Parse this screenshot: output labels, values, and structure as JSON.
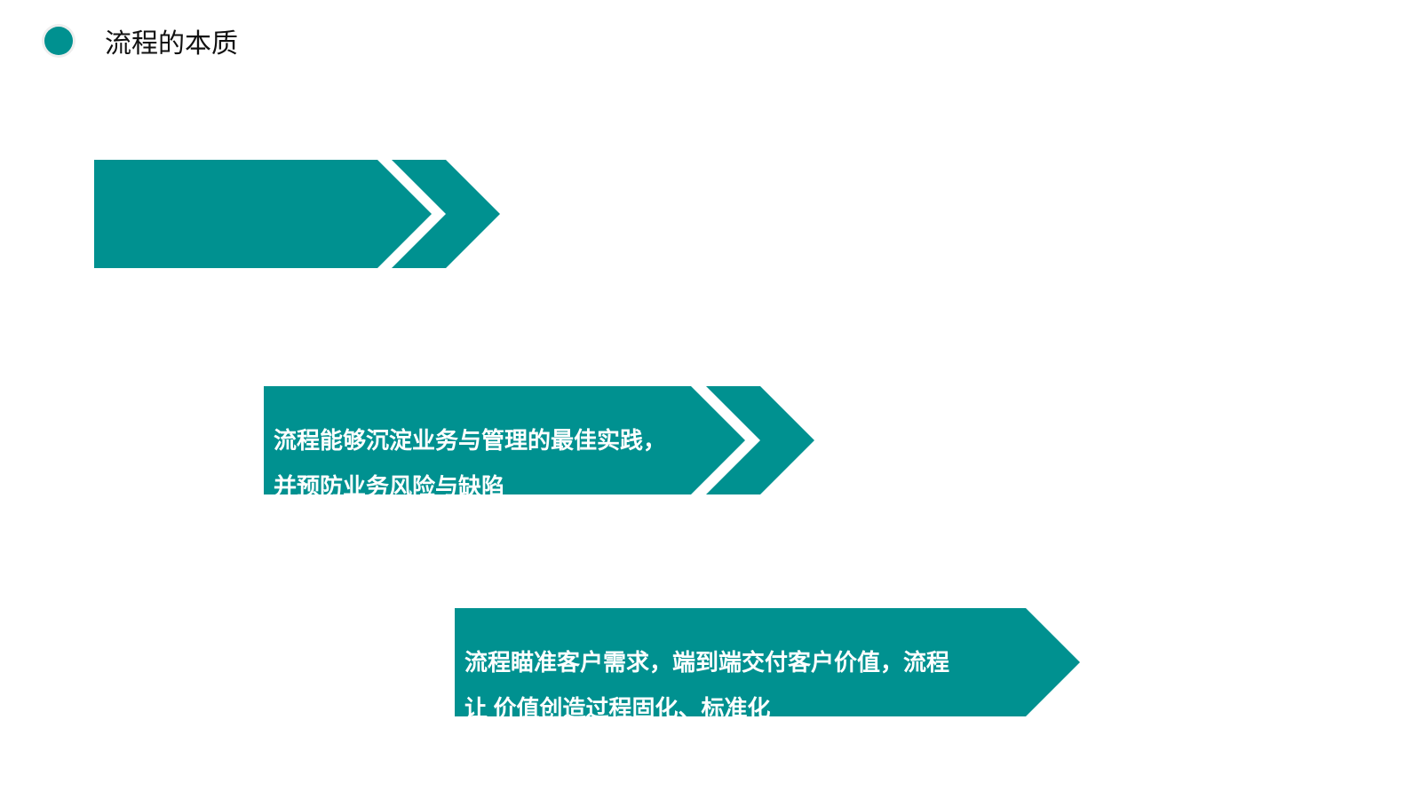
{
  "header": {
    "title": "流程的本质",
    "bullet_icon": "circle-dot-icon"
  },
  "colors": {
    "accent": "#009190",
    "text": "#ffffff"
  },
  "steps": [
    {
      "lines": [
        "",
        ""
      ]
    },
    {
      "lines": [
        "流程能够沉淀业务与管理的最佳实践，",
        "并预防业务风险与缺陷"
      ]
    },
    {
      "lines": [
        "流程瞄准客户需求，端到端交付客户价值，流程",
        "让 价值创造过程固化、标准化"
      ]
    }
  ]
}
